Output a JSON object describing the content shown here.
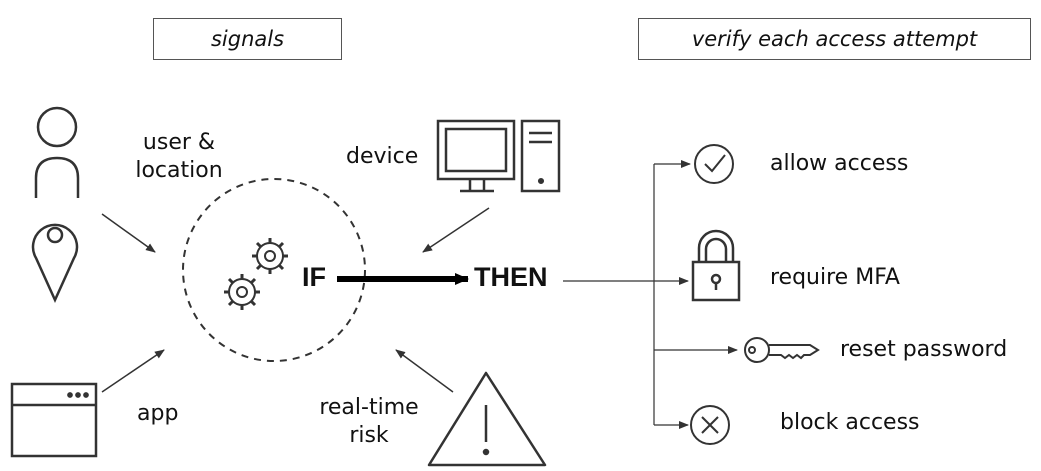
{
  "headers": {
    "signals": "signals",
    "verify": "verify each access attempt"
  },
  "signals": {
    "user_location": "user &\nlocation",
    "device": "device",
    "app": "app",
    "risk": "real-time\nrisk"
  },
  "logic": {
    "if": "IF",
    "then": "THEN"
  },
  "outcomes": {
    "allow": "allow access",
    "mfa": "require MFA",
    "reset": "reset password",
    "block": "block access"
  },
  "icons": {
    "user": "user-icon",
    "location": "location-pin-icon",
    "device": "desktop-computer-icon",
    "app": "browser-window-icon",
    "risk": "warning-triangle-icon",
    "gears": "gears-icon",
    "allow": "check-circle-icon",
    "mfa": "padlock-icon",
    "reset": "key-icon",
    "block": "x-circle-icon"
  },
  "colors": {
    "stroke": "#333333",
    "text": "#111111"
  }
}
